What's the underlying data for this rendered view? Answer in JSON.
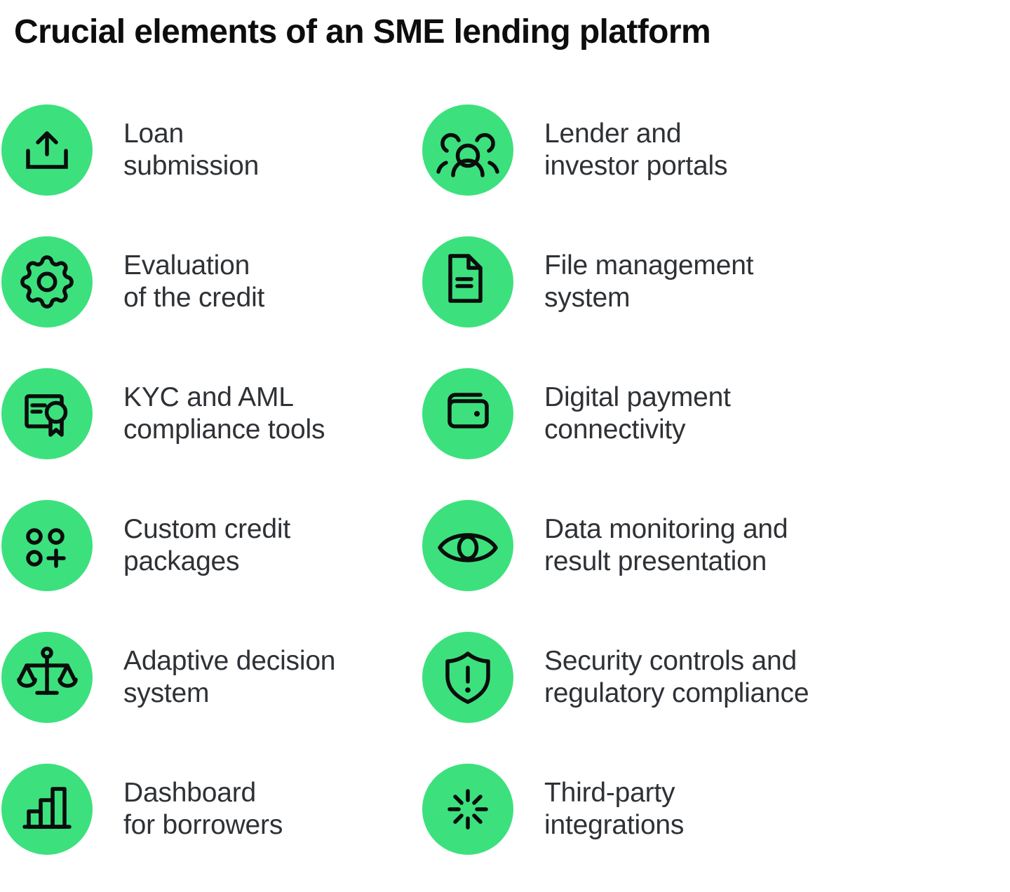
{
  "title": "Crucial elements of an SME lending platform",
  "colors": {
    "bubble_green": "#3CE17D",
    "icon_ink": "#0B0D0C",
    "text": "#2E3135",
    "title_color": "#0D0D0D",
    "background": "#FFFFFF"
  },
  "items": [
    {
      "icon": "upload-icon",
      "line1": "Loan",
      "line2": "submission"
    },
    {
      "icon": "people-group-icon",
      "line1": "Lender and",
      "line2": "investor portals"
    },
    {
      "icon": "gear-icon",
      "line1": "Evaluation",
      "line2": "of the credit"
    },
    {
      "icon": "document-icon",
      "line1": "File management",
      "line2": "system"
    },
    {
      "icon": "certificate-icon",
      "line1": "KYC and AML",
      "line2": "compliance tools"
    },
    {
      "icon": "wallet-icon",
      "line1": "Digital payment",
      "line2": "connectivity"
    },
    {
      "icon": "shapes-plus-icon",
      "line1": "Custom credit",
      "line2": "packages"
    },
    {
      "icon": "eye-icon",
      "line1": "Data monitoring and",
      "line2": "result presentation"
    },
    {
      "icon": "scales-icon",
      "line1": "Adaptive decision",
      "line2": "system"
    },
    {
      "icon": "shield-alert-icon",
      "line1": "Security controls and",
      "line2": "regulatory compliance"
    },
    {
      "icon": "bar-chart-icon",
      "line1": "Dashboard",
      "line2": "for borrowers"
    },
    {
      "icon": "spinner-burst-icon",
      "line1": "Third-party",
      "line2": "integrations"
    }
  ]
}
